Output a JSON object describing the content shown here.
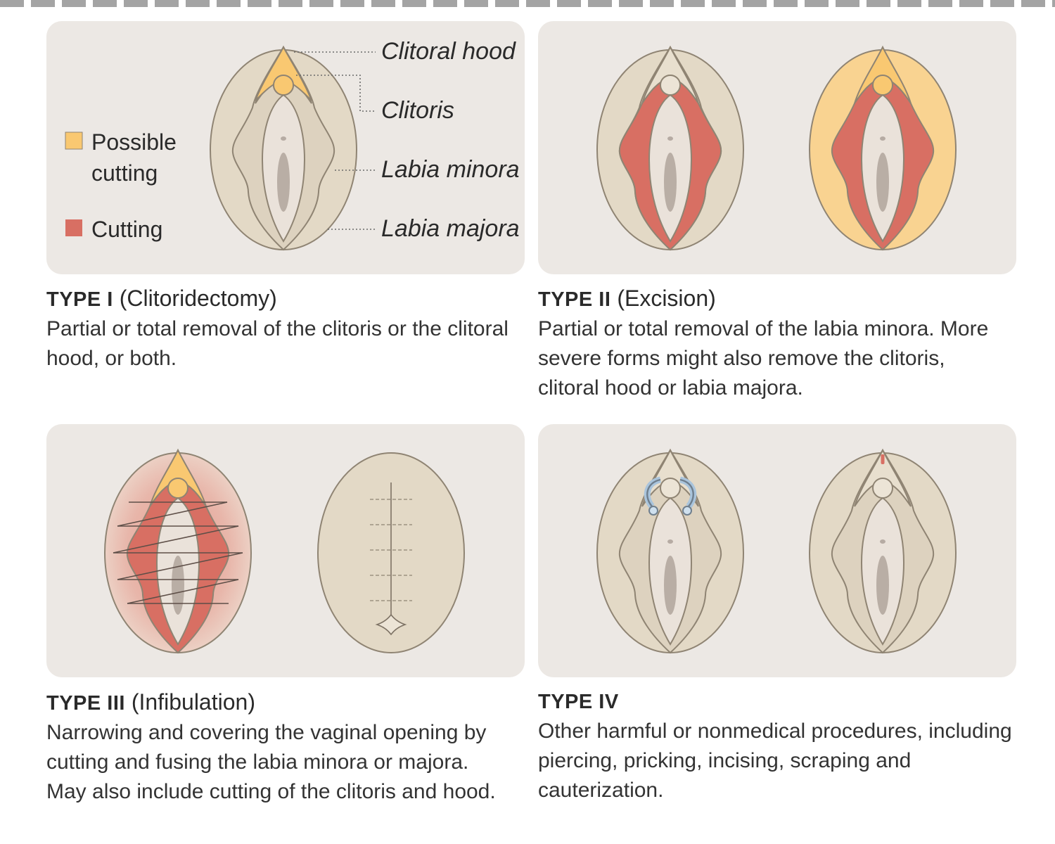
{
  "legend": {
    "possible_cutting": "Possible\ncutting",
    "cutting": "Cutting",
    "possible_cutting_color": "#f9c871",
    "cutting_color": "#d86f63"
  },
  "anatomy_labels": {
    "clitoral_hood": "Clitoral hood",
    "clitoris": "Clitoris",
    "labia_minora": "Labia minora",
    "labia_majora": "Labia majora"
  },
  "types": [
    {
      "type": "TYPE I",
      "name": "(Clitoridectomy)",
      "description": "Partial or total removal of the clitoris or the clitoral hood, or both."
    },
    {
      "type": "TYPE II",
      "name": "(Excision)",
      "description": "Partial or total removal of the labia minora. More severe forms might also remove the clitoris, clitoral hood or labia majora."
    },
    {
      "type": "TYPE III",
      "name": "(Infibulation)",
      "description": "Narrowing and covering the vaginal opening by cutting and fusing the labia minora or majora. May also include cutting of the clitoris and hood."
    },
    {
      "type": "TYPE IV",
      "name": "",
      "description": "Other harmful or nonmedical procedures, including piercing, pricking, incising, scraping and cauterization."
    }
  ]
}
